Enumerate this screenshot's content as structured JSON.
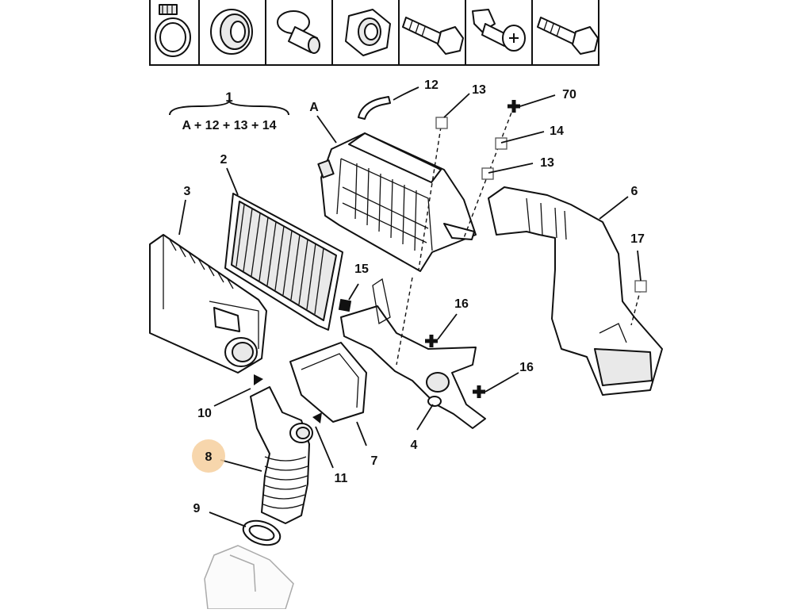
{
  "diagram": {
    "group_label": "1",
    "group_formula": "A + 12 + 13 + 14",
    "callouts": {
      "a": "A",
      "c2": "2",
      "c3": "3",
      "c4": "4",
      "c6": "6",
      "c7": "7",
      "c8": "8",
      "c9": "9",
      "c10": "10",
      "c11": "11",
      "c12": "12",
      "c13_top": "13",
      "c13_mid": "13",
      "c14": "14",
      "c15": "15",
      "c16_top": "16",
      "c16_bottom": "16",
      "c17": "17",
      "c70": "70"
    },
    "highlighted_callout": "8",
    "colors": {
      "highlight": "#f6cf9e",
      "line": "#111111"
    },
    "hardware_icons": [
      "hose-clamp-icon",
      "grommet-icon",
      "bushing-icon",
      "hex-nut-icon",
      "flange-bolt-icon",
      "push-clip-icon",
      "screw-icon"
    ]
  }
}
